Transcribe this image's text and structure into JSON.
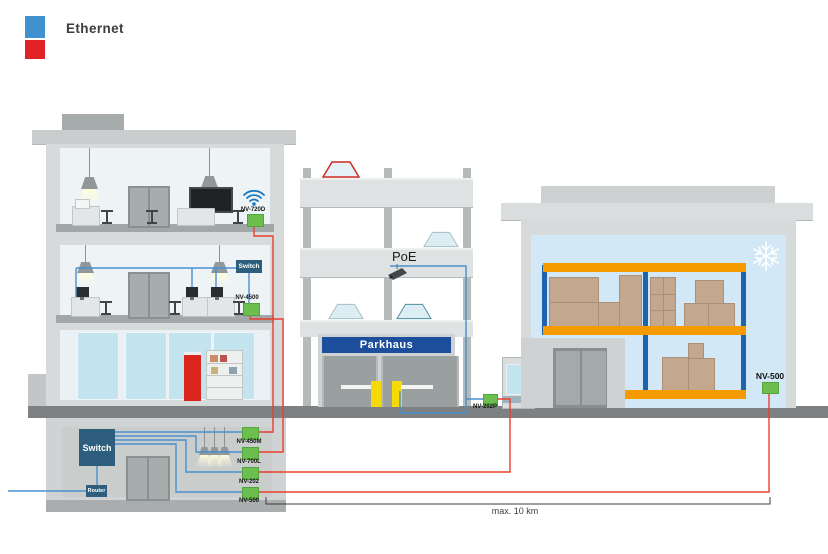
{
  "legend": {
    "title": "Ethernet",
    "blue_hex": "#4191cf",
    "red_hex": "#e32227"
  },
  "office_building": {
    "top_floor": {
      "wifi_device_label": "NV-720D"
    },
    "middle_floor": {
      "switch_label": "Switch",
      "device_label": "NV-4500"
    },
    "basement": {
      "switch_label": "Switch",
      "router_label": "Router",
      "devices": [
        {
          "label": "NV-450M"
        },
        {
          "label": "NV-700L"
        },
        {
          "label": "NV-202"
        },
        {
          "label": "NV-500"
        }
      ]
    }
  },
  "parking_garage": {
    "sign_label": "Parkhaus",
    "poe_label": "PoE",
    "device_label": "NV-202P"
  },
  "warehouse": {
    "device_label": "NV-500"
  },
  "annotations": {
    "distance_label": "max. 10 km"
  },
  "icons": {
    "wifi_icon": "wifi-arcs",
    "snowflake_icon": "❄",
    "camera_icon": "cctv-camera"
  },
  "colors": {
    "ethernet_blue": "#4a8fd0",
    "ethernet_red": "#e8402f",
    "device_green": "#6cbf4f",
    "switch_navy": "#2d5e7e",
    "sign_blue": "#1d4e9c",
    "rack_orange": "#f59b00"
  }
}
